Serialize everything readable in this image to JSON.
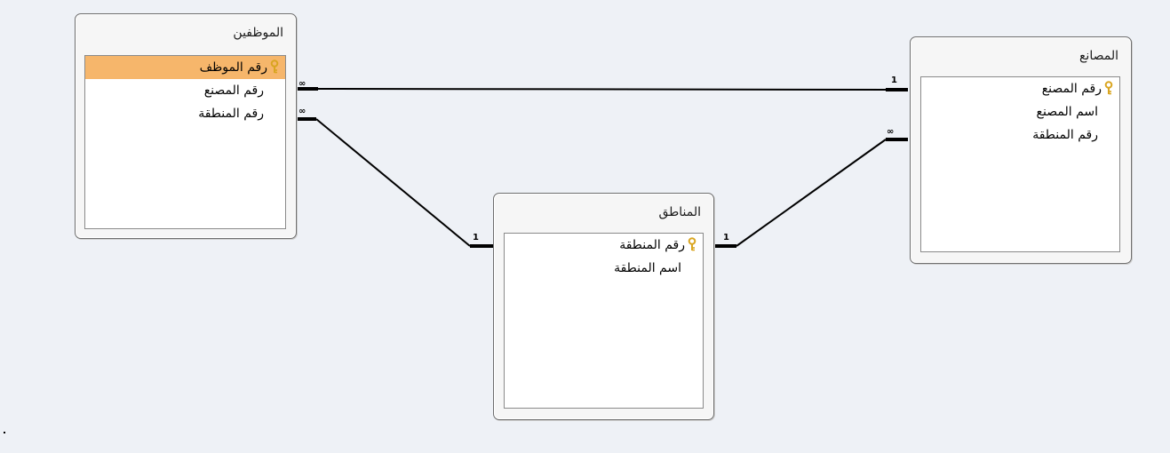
{
  "tables": {
    "employees": {
      "title": "الموظفين",
      "fields": [
        "رقم الموظف",
        "رقم المصنع",
        "رقم المنطقة"
      ],
      "primary_key": "رقم الموظف",
      "selected_field": "رقم الموظف"
    },
    "factories": {
      "title": "المصانع",
      "fields": [
        "رقم المصنع",
        "اسم المصنع",
        "رقم المنطقة"
      ],
      "primary_key": "رقم المصنع"
    },
    "regions": {
      "title": "المناطق",
      "fields": [
        "رقم المنطقة",
        "اسم المنطقة"
      ],
      "primary_key": "رقم المنطقة"
    }
  },
  "relationships": [
    {
      "from": "employees",
      "to": "factories",
      "from_label": "∞",
      "to_label": "1"
    },
    {
      "from": "employees",
      "to": "regions",
      "from_label": "∞",
      "to_label": "1"
    },
    {
      "from": "factories",
      "to": "regions",
      "from_label": "∞",
      "to_label": "1"
    }
  ],
  "colors": {
    "background": "#eef1f6",
    "selected_row": "#f6b66b",
    "key_icon": "#d9a520"
  }
}
